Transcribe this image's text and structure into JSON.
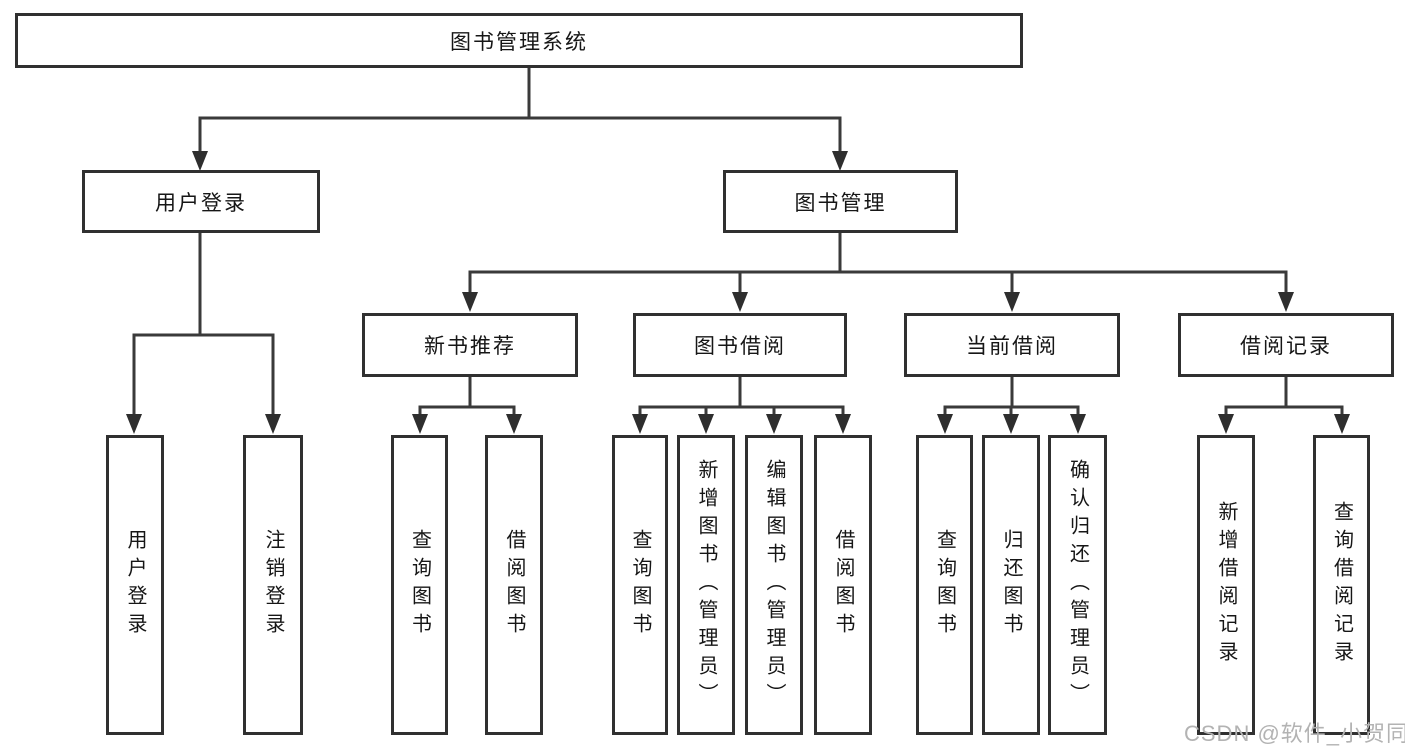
{
  "diagram_type": "hierarchy-tree",
  "tree": {
    "label": "图书管理系统",
    "children": [
      {
        "label": "用户登录",
        "children": [
          {
            "label": "用户登录"
          },
          {
            "label": "注销登录"
          }
        ]
      },
      {
        "label": "图书管理",
        "children": [
          {
            "label": "新书推荐",
            "children": [
              {
                "label": "查询图书"
              },
              {
                "label": "借阅图书"
              }
            ]
          },
          {
            "label": "图书借阅",
            "children": [
              {
                "label": "查询图书"
              },
              {
                "label": "新增图书（管理员）"
              },
              {
                "label": "编辑图书（管理员）"
              },
              {
                "label": "借阅图书"
              }
            ]
          },
          {
            "label": "当前借阅",
            "children": [
              {
                "label": "查询图书"
              },
              {
                "label": "归还图书"
              },
              {
                "label": "确认归还（管理员）"
              }
            ]
          },
          {
            "label": "借阅记录",
            "children": [
              {
                "label": "新增借阅记录"
              },
              {
                "label": "查询借阅记录"
              }
            ]
          }
        ]
      }
    ]
  },
  "watermark": {
    "text": "CSDN @软件_小贺同学"
  },
  "colors": {
    "background": "#ffffff",
    "line": "#3a3a3a",
    "box_border": "#303030",
    "text": "#161616",
    "watermark": "#b3b3b3"
  }
}
